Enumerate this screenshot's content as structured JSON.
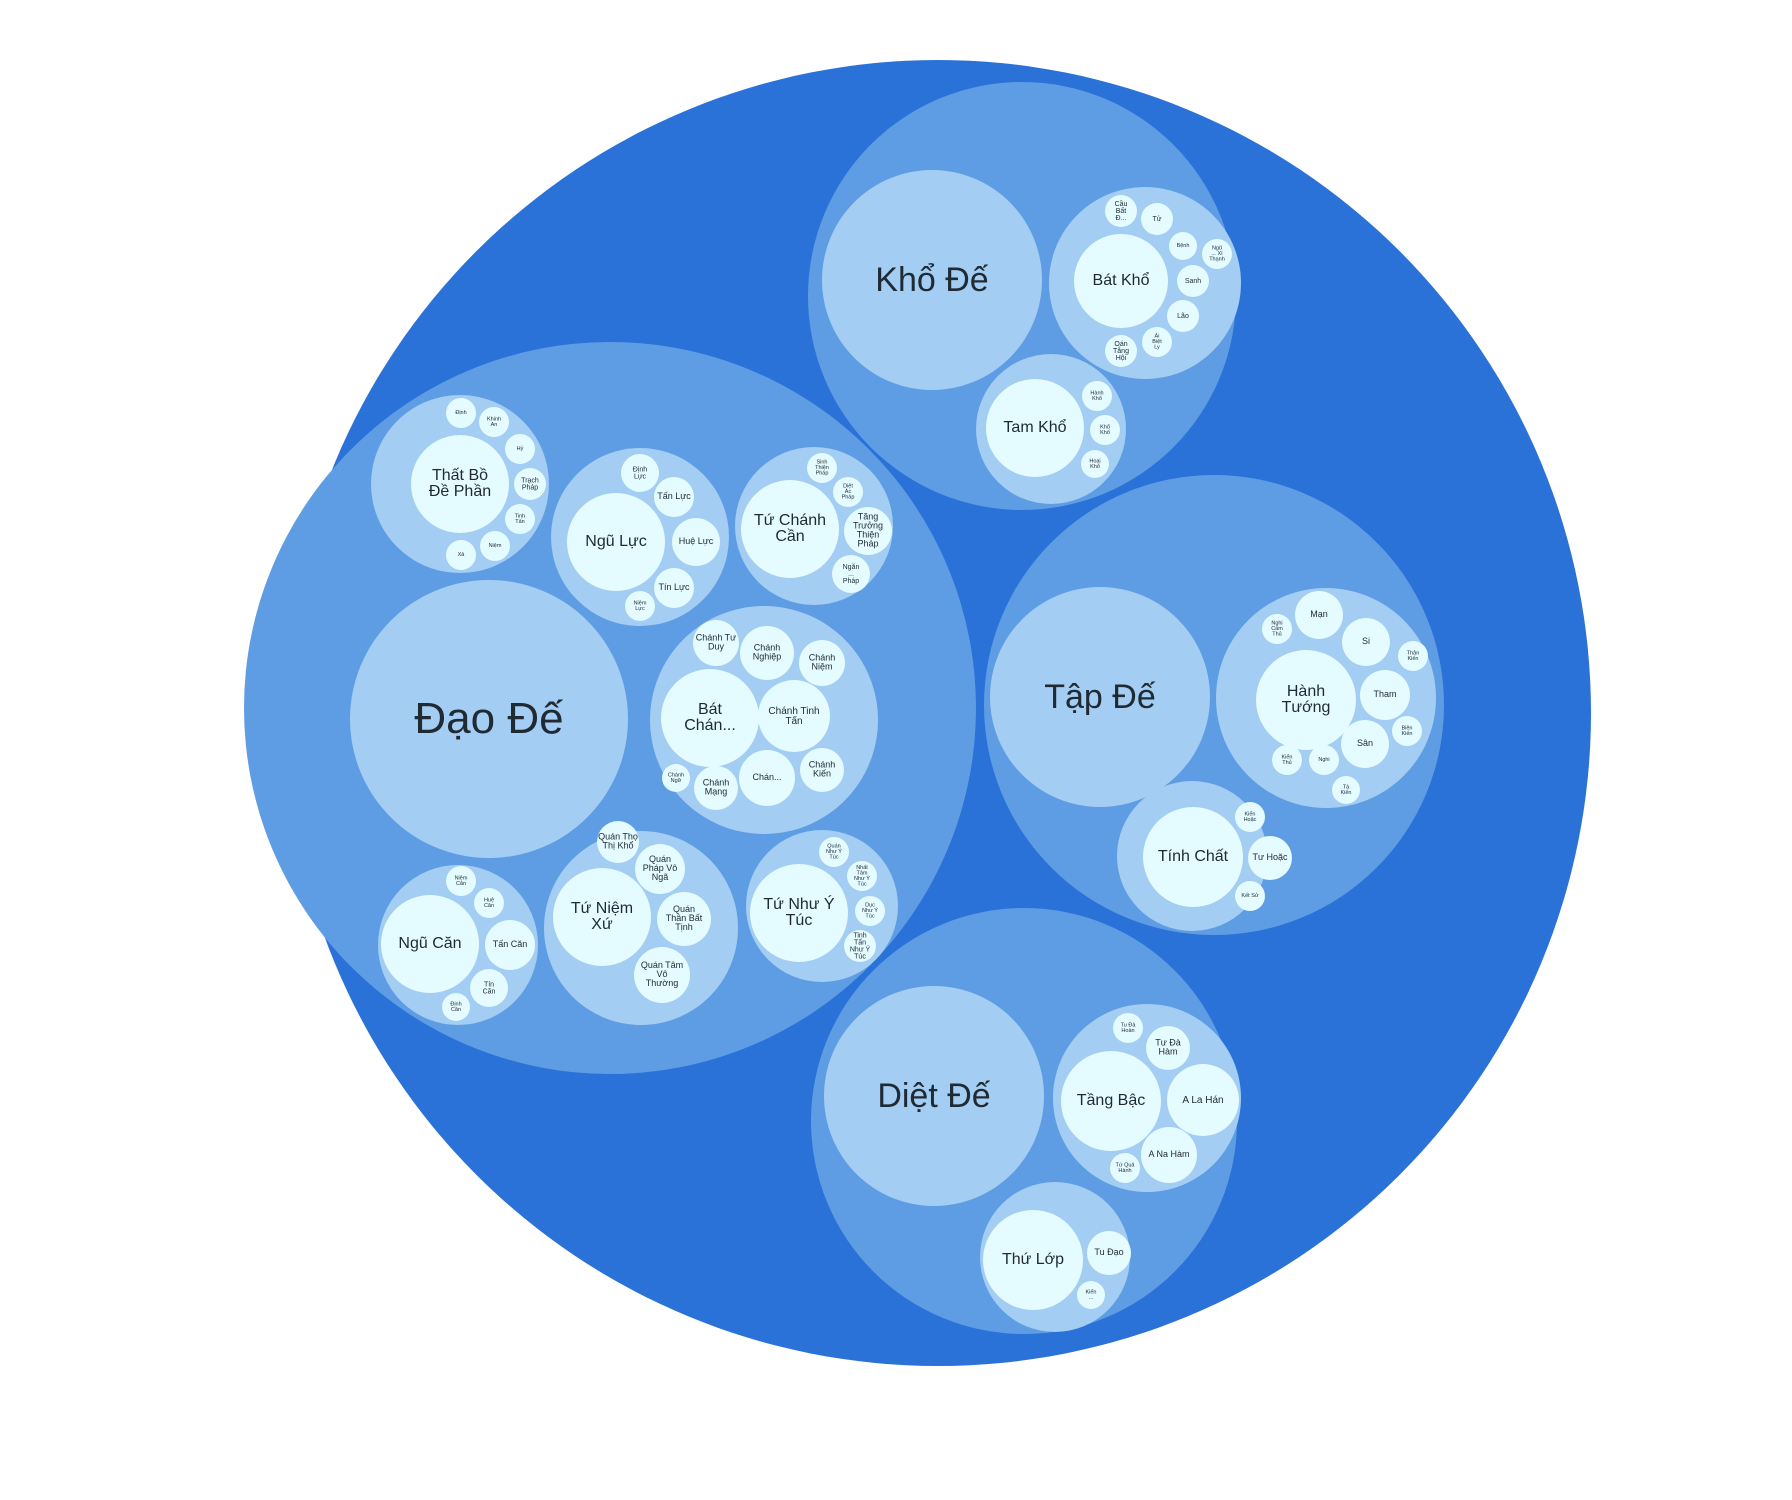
{
  "colors": {
    "root": "#2a72d8",
    "group": "#5e9de4",
    "node": "#a3cdf2",
    "leaf": "#e4fbff",
    "text": "#1f2a33"
  },
  "diagram": {
    "name": "",
    "children": [
      {
        "name": "Khổ Đế",
        "children": [
          {
            "name": "Bát Khổ",
            "children": [
              {
                "name": "Cầu Bất Đ..."
              },
              {
                "name": "Tử"
              },
              {
                "name": "Bệnh"
              },
              {
                "name": "Ngũ ... Xí Thạnh"
              },
              {
                "name": "Sanh"
              },
              {
                "name": "Lão"
              },
              {
                "name": "Ái Biệt Ly"
              },
              {
                "name": "Oán Tắng Hội"
              }
            ]
          },
          {
            "name": "Tam Khổ",
            "children": [
              {
                "name": "Hành Khổ"
              },
              {
                "name": "Khổ Khổ"
              },
              {
                "name": "Hoại Khổ"
              }
            ]
          }
        ]
      },
      {
        "name": "Tập Đế",
        "children": [
          {
            "name": "Hành Tướng",
            "children": [
              {
                "name": "Mạn"
              },
              {
                "name": "Si"
              },
              {
                "name": "Nghi Cấm Thủ"
              },
              {
                "name": "Thân Kiến"
              },
              {
                "name": "Tham"
              },
              {
                "name": "Biên Kiến"
              },
              {
                "name": "Sân"
              },
              {
                "name": "Tà Kiến"
              },
              {
                "name": "Nghi"
              },
              {
                "name": "Kiến Thủ"
              }
            ]
          },
          {
            "name": "Tính Chất",
            "children": [
              {
                "name": "Kiến Hoặc"
              },
              {
                "name": "Tư Hoặc"
              },
              {
                "name": "Kết Sử"
              }
            ]
          }
        ]
      },
      {
        "name": "Diệt Đế",
        "children": [
          {
            "name": "Tầng Bậc",
            "children": [
              {
                "name": "Tu Đà Hoàn"
              },
              {
                "name": "Tư Đà Hàm"
              },
              {
                "name": "A La Hán"
              },
              {
                "name": "A Na Hàm"
              },
              {
                "name": "Tứ Quả Hành"
              }
            ]
          },
          {
            "name": "Thứ Lớp",
            "children": [
              {
                "name": "Tu Đạo"
              },
              {
                "name": "Kiến ..."
              }
            ]
          }
        ]
      },
      {
        "name": "Đạo Đế",
        "children": [
          {
            "name": "Thất Bồ Đề Phần",
            "children": [
              {
                "name": "Định"
              },
              {
                "name": "Khinh An"
              },
              {
                "name": "Hỷ"
              },
              {
                "name": "Trạch Pháp"
              },
              {
                "name": "Tinh Tấn"
              },
              {
                "name": "Niệm"
              },
              {
                "name": "Xả"
              }
            ]
          },
          {
            "name": "Ngũ Lực",
            "children": [
              {
                "name": "Định Lực"
              },
              {
                "name": "Tấn Lực"
              },
              {
                "name": "Huệ Lực"
              },
              {
                "name": "Tín Lực"
              },
              {
                "name": "Niệm Lực"
              }
            ]
          },
          {
            "name": "Tứ Chánh Cần",
            "children": [
              {
                "name": "Sinh Thiện Pháp"
              },
              {
                "name": "Diệt Ác Pháp"
              },
              {
                "name": "Tăng Trưởng Thiện Pháp"
              },
              {
                "name": "Ngăn ... Pháp"
              }
            ]
          },
          {
            "name": "Bát Chán...",
            "children": [
              {
                "name": "Chánh Tư Duy"
              },
              {
                "name": "Chánh Nghiệp"
              },
              {
                "name": "Chánh Niệm"
              },
              {
                "name": "Chánh Tinh Tấn"
              },
              {
                "name": "Chán..."
              },
              {
                "name": "Chánh Kiến"
              },
              {
                "name": "Chánh Mạng"
              },
              {
                "name": "Chánh Ngữ"
              }
            ]
          },
          {
            "name": "Ngũ Căn",
            "children": [
              {
                "name": "Niệm Căn"
              },
              {
                "name": "Huệ Căn"
              },
              {
                "name": "Tấn Căn"
              },
              {
                "name": "Tín Căn"
              },
              {
                "name": "Định Căn"
              }
            ]
          },
          {
            "name": "Tứ Niệm Xứ",
            "children": [
              {
                "name": "Quán Thọ Thị Khổ"
              },
              {
                "name": "Quán Pháp Vô Ngã"
              },
              {
                "name": "Quán Thân Bất Tịnh"
              },
              {
                "name": "Quán Tâm Vô Thường"
              }
            ]
          },
          {
            "name": "Tứ Như Ý Túc",
            "children": [
              {
                "name": "Quán Như Ý Túc"
              },
              {
                "name": "Nhất Tâm Như Ý Túc"
              },
              {
                "name": "Dục Như Ý Túc"
              },
              {
                "name": "Tinh Tấn Như Ý Túc"
              }
            ]
          }
        ]
      }
    ]
  }
}
